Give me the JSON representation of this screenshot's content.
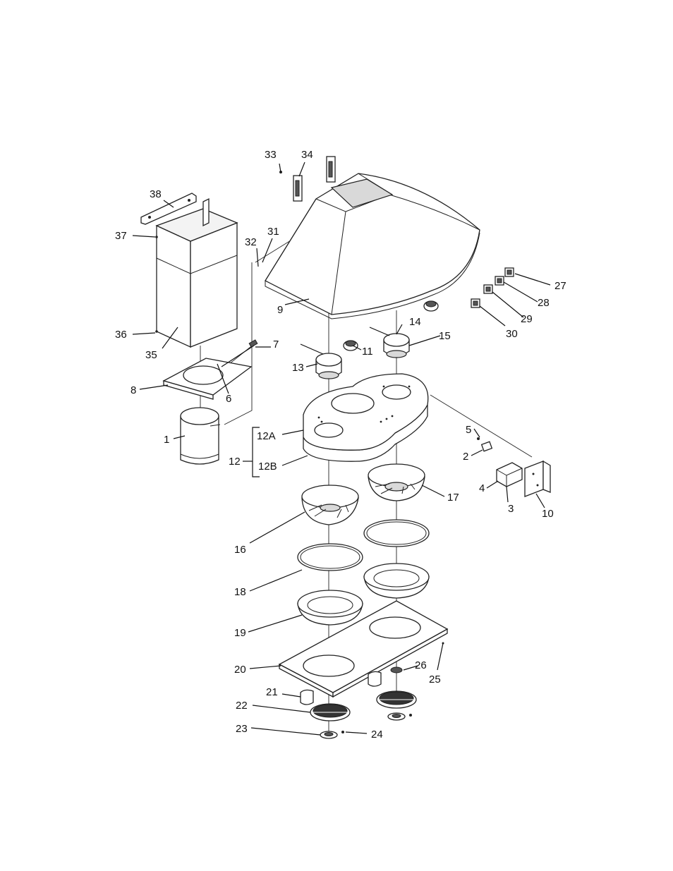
{
  "diagram": {
    "labels": {
      "p1": "1",
      "p2": "2",
      "p3": "3",
      "p4": "4",
      "p5": "5",
      "p6": "6",
      "p7": "7",
      "p8": "8",
      "p9": "9",
      "p10": "10",
      "p11": "11",
      "p12": "12",
      "p12a": "12A",
      "p12b": "12B",
      "p13": "13",
      "p14": "14",
      "p15": "15",
      "p16": "16",
      "p17": "17",
      "p18": "18",
      "p19": "19",
      "p20": "20",
      "p21": "21",
      "p22": "22",
      "p23": "23",
      "p24": "24",
      "p25": "25",
      "p26": "26",
      "p27": "27",
      "p28": "28",
      "p29": "29",
      "p30": "30",
      "p31": "31",
      "p32": "32",
      "p33": "33",
      "p34": "34",
      "p35": "35",
      "p36": "36",
      "p37": "37",
      "p38": "38"
    }
  }
}
